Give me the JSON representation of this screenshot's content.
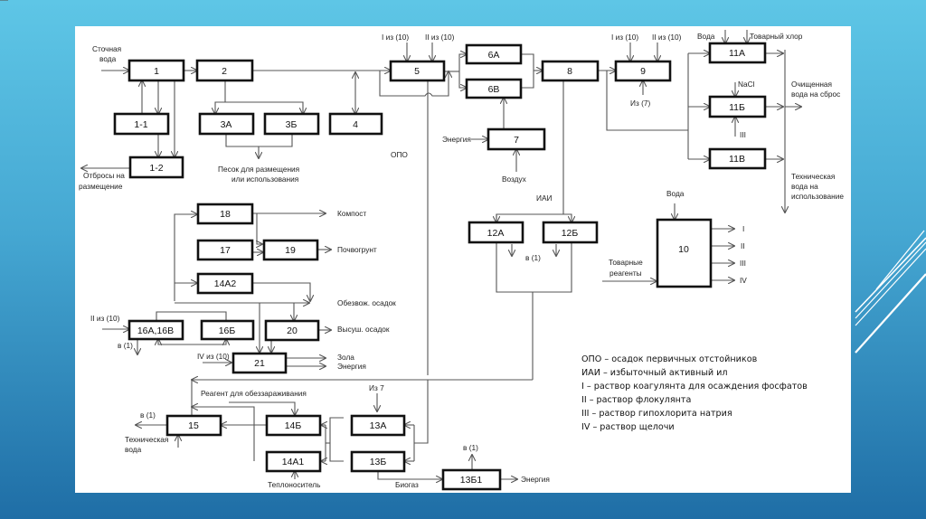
{
  "slide": {
    "background_top": "#5ec6e6",
    "background_bottom": "#1f6ea6",
    "card_color": "#ffffff",
    "box_stroke": "#111111",
    "line_color": "#555555"
  },
  "blocks": {
    "b1": "1",
    "b1_1": "1-1",
    "b1_2": "1-2",
    "b2": "2",
    "b3a": "3А",
    "b3b": "3Б",
    "b4": "4",
    "b5": "5",
    "b6a": "6А",
    "b6v": "6В",
    "b7": "7",
    "b8": "8",
    "b9": "9",
    "b11a": "11А",
    "b11b": "11Б",
    "b11v": "11В",
    "b12a": "12А",
    "b12b": "12Б",
    "b10": "10",
    "b18": "18",
    "b17": "17",
    "b19": "19",
    "b14a2": "14А2",
    "b16a": "16А,16В",
    "b16b": "16Б",
    "b20": "20",
    "b21": "21",
    "b15": "15",
    "b14b": "14Б",
    "b14a1": "14А1",
    "b13a": "13А",
    "b13b": "13Б",
    "b13b1": "13Б1"
  },
  "labels": {
    "wastewater_1": "Сточная",
    "wastewater_2": "вода",
    "rejects_1": "Отбросы на",
    "rejects_2": "размещение",
    "sand_1": "Песок для размещения",
    "sand_2": "или использования",
    "i_from_10": "I из (10)",
    "ii_from_10": "II из (10)",
    "i_from_10_b": "I из (10)",
    "ii_from_10_b": "II из (10)",
    "opo": "ОПО",
    "energy_in": "Энергия",
    "air": "Воздух",
    "from_7": "Из (7)",
    "water_11": "Вода",
    "chlorine": "Товарный хлор",
    "nacl": "NaCl",
    "iii_11": "III",
    "clean_water_1": "Очищенная",
    "clean_water_2": "вода на сброс",
    "tech_water_1": "Техническая",
    "tech_water_2": "вода на",
    "tech_water_3": "использование",
    "iai": "ИАИ",
    "to_1_12": "в (1)",
    "water_10": "Вода",
    "reagents_1": "Товарные",
    "reagents_2": "реагенты",
    "out_i": "I",
    "out_ii": "II",
    "out_iii": "III",
    "out_iv": "IV",
    "compost": "Компост",
    "soil": "Почвогрунт",
    "dewatered": "Обезвож. осадок",
    "dried": "Высуш. осадок",
    "ii_from_10_c": "II из (10)",
    "to_1_16": "в (1)",
    "iv_from_10": "IV из (10)",
    "ash": "Зола",
    "energy_21": "Энергия",
    "disinfect": "Реагент для обеззараживания",
    "from_7_b": "Из 7",
    "to_1_15": "в (1)",
    "tech_water_15_1": "Техническая",
    "tech_water_15_2": "вода",
    "heat_carrier": "Теплоноситель",
    "biogas": "Биогаз",
    "to_1_13": "в (1)",
    "energy_13": "Энергия"
  },
  "legend": [
    "ОПО – осадок первичных отстойников",
    "ИАИ – избыточный активный ил",
    "I – раствор коагулянта для осаждения фосфатов",
    "II – раствор флокулянта",
    "III – раствор гипохлорита натрия",
    "IV – раствор щелочи"
  ]
}
